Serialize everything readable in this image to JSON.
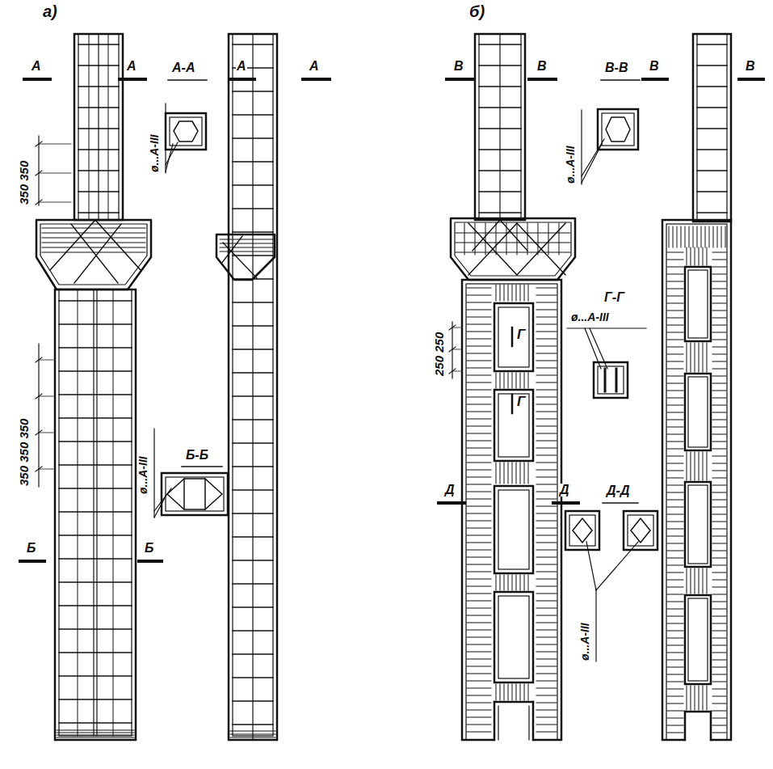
{
  "diagram": {
    "labels": [
      "а)",
      "А",
      "А",
      "А-А",
      "ø...А-III",
      "А",
      "А",
      "350 350",
      "350 350 350",
      "ø...А-III",
      "Б-Б",
      "Б",
      "Б",
      "б)",
      "В",
      "В",
      "В-В",
      "ø...А-III",
      "В",
      "В",
      "250 250",
      "Г",
      "Г",
      "Г-Г",
      "ø...А-III",
      "Д",
      "Д",
      "Д-Д",
      "ø...А-III"
    ]
  }
}
